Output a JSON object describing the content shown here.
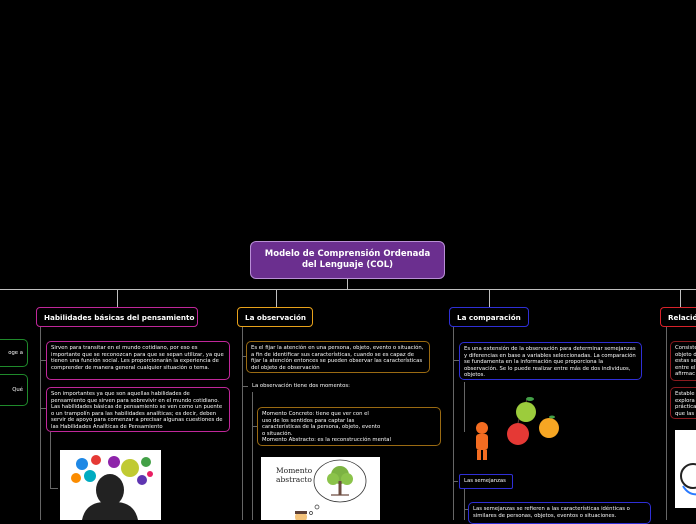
{
  "root": {
    "title": "Modelo de Comprensión Ordenada del Lenguaje (COL)"
  },
  "topics": {
    "habilidades": "Habilidades básicas del pensamiento",
    "observacion": "La observación",
    "comparacion": "La comparación",
    "relacion": "Relació"
  },
  "left_cutoff": {
    "a": "oge a",
    "b": "Qué"
  },
  "habilidades_notes": {
    "n1": "Sirven para transitar en el mundo cotidiano, por eso es importante que se reconozcan para que se sepan utilizar, ya que tienen una función social. Les proporcionarán la experiencia de comprender de manera general cualquier situación o tema.",
    "n2": "Son importantes ya que son aquellas habilidades de pensamiento que sirven para sobrevivir en el mundo cotidiano. Las habilidades básicas de pensamiento se ven como un puente o un trampolín para las habilidades analíticas; es decir, deben servir de apoyo para comenzar a precisar algunas cuestiones de las Habilidades Analíticas de Pensamiento"
  },
  "observacion_notes": {
    "n1": "Es el fijar la atención en una persona, objeto, evento o situación, a fin de identificar sus características, cuando se es capaz de fijar la atención entonces se pueden observar las características del objeto de observación",
    "momentos": "La observación tiene dos momentos:",
    "n2_l1": "Momento Concreto: tiene que ver con el",
    "n2_l2": "uso de los sentidos para captar las",
    "n2_l3": "características de la persona, objeto, evento",
    "n2_l4": "o situación.",
    "n2_l5": "Momento Abstracto: es la reconstrucción mental",
    "img_label_1": "Momento",
    "img_label_2": "abstracto"
  },
  "comparacion_notes": {
    "n1": "Es una extensión de la observación para determinar semejanzas y diferencias en base a variables seleccionadas. La comparación se fundamenta en la información que proporciona la observación. Se lo puede realizar entre más de dos individuos, objetos.",
    "semejanzas": "Las semejanzas",
    "n2": "Las semejanzas se refieren a las características idénticas o similares de personas, objetos, eventos o situaciones."
  },
  "relacion_notes": {
    "n1": "Consiste objeto de estas se entre el afirmac",
    "n2": "Estable explora práctica que las"
  },
  "colors": {
    "root": "#6b2f8f",
    "habilidades": "#c0279a",
    "observacion": "#e8a21b",
    "comparacion": "#2f2fd6",
    "relacion": "#d9222a",
    "green": "#1f8a2b"
  }
}
